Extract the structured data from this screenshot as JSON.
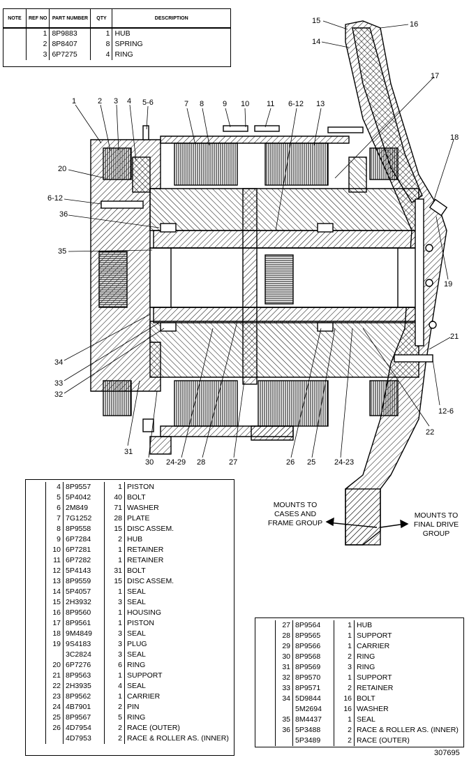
{
  "header_table": {
    "columns": {
      "note": "NOTE",
      "ref": "REF NO",
      "part": "PART NUMBER",
      "qty": "QTY",
      "desc": "DESCRIPTION"
    },
    "rows": [
      {
        "ref": "1",
        "part": "8P9883",
        "qty": "1",
        "desc": "HUB"
      },
      {
        "ref": "2",
        "part": "8P8407",
        "qty": "8",
        "desc": "SPRING"
      },
      {
        "ref": "3",
        "part": "6P7275",
        "qty": "4",
        "desc": "RING"
      }
    ]
  },
  "left_table": {
    "rows": [
      {
        "ref": "4",
        "part": "8P9557",
        "qty": "1",
        "desc": "PISTON"
      },
      {
        "ref": "5",
        "part": "5P4042",
        "qty": "40",
        "desc": "BOLT"
      },
      {
        "ref": "6",
        "part": "2M849",
        "qty": "71",
        "desc": "WASHER"
      },
      {
        "ref": "7",
        "part": "7G1252",
        "qty": "28",
        "desc": "PLATE"
      },
      {
        "ref": "8",
        "part": "8P9558",
        "qty": "15",
        "desc": "DISC ASSEM."
      },
      {
        "ref": "9",
        "part": "6P7284",
        "qty": "2",
        "desc": "HUB"
      },
      {
        "ref": "10",
        "part": "6P7281",
        "qty": "1",
        "desc": "RETAINER"
      },
      {
        "ref": "11",
        "part": "6P7282",
        "qty": "1",
        "desc": "RETAINER"
      },
      {
        "ref": "12",
        "part": "5P4143",
        "qty": "31",
        "desc": "BOLT"
      },
      {
        "ref": "13",
        "part": "8P9559",
        "qty": "15",
        "desc": "DISC ASSEM."
      },
      {
        "ref": "14",
        "part": "5P4057",
        "qty": "1",
        "desc": "SEAL"
      },
      {
        "ref": "15",
        "part": "2H3932",
        "qty": "3",
        "desc": "SEAL"
      },
      {
        "ref": "16",
        "part": "8P9560",
        "qty": "1",
        "desc": "HOUSING"
      },
      {
        "ref": "17",
        "part": "8P9561",
        "qty": "1",
        "desc": "PISTON"
      },
      {
        "ref": "18",
        "part": "9M4849",
        "qty": "3",
        "desc": "SEAL"
      },
      {
        "ref": "19",
        "part": "9S4183",
        "qty": "3",
        "desc": "PLUG"
      },
      {
        "ref": "",
        "part": "3C2824",
        "qty": "3",
        "desc": "SEAL"
      },
      {
        "ref": "20",
        "part": "6P7276",
        "qty": "6",
        "desc": "RING"
      },
      {
        "ref": "21",
        "part": "8P9563",
        "qty": "1",
        "desc": "SUPPORT"
      },
      {
        "ref": "22",
        "part": "2H3935",
        "qty": "4",
        "desc": "SEAL"
      },
      {
        "ref": "23",
        "part": "8P9562",
        "qty": "1",
        "desc": "CARRIER"
      },
      {
        "ref": "24",
        "part": "4B7901",
        "qty": "2",
        "desc": "PIN"
      },
      {
        "ref": "25",
        "part": "8P9567",
        "qty": "5",
        "desc": "RING"
      },
      {
        "ref": "26",
        "part": "4D7954",
        "qty": "2",
        "desc": "RACE (OUTER)"
      },
      {
        "ref": "",
        "part": "4D7953",
        "qty": "2",
        "desc": "RACE & ROLLER AS. (INNER)"
      }
    ]
  },
  "right_table": {
    "rows": [
      {
        "ref": "27",
        "part": "8P9564",
        "qty": "1",
        "desc": "HUB"
      },
      {
        "ref": "28",
        "part": "8P9565",
        "qty": "1",
        "desc": "SUPPORT"
      },
      {
        "ref": "29",
        "part": "8P9566",
        "qty": "1",
        "desc": "CARRIER"
      },
      {
        "ref": "30",
        "part": "8P9568",
        "qty": "2",
        "desc": "RING"
      },
      {
        "ref": "31",
        "part": "8P9569",
        "qty": "3",
        "desc": "RING"
      },
      {
        "ref": "32",
        "part": "8P9570",
        "qty": "1",
        "desc": "SUPPORT"
      },
      {
        "ref": "33",
        "part": "8P9571",
        "qty": "2",
        "desc": "RETAINER"
      },
      {
        "ref": "34",
        "part": "5D9844",
        "qty": "16",
        "desc": "BOLT"
      },
      {
        "ref": "",
        "part": "5M2694",
        "qty": "16",
        "desc": "WASHER"
      },
      {
        "ref": "35",
        "part": "8M4437",
        "qty": "1",
        "desc": "SEAL"
      },
      {
        "ref": "36",
        "part": "5P3488",
        "qty": "2",
        "desc": "RACE & ROLLER AS. (INNER)"
      },
      {
        "ref": "",
        "part": "5P3489",
        "qty": "2",
        "desc": "RACE (OUTER)"
      }
    ]
  },
  "callouts": {
    "c1": "1",
    "c2": "2",
    "c3": "3",
    "c4": "4",
    "c5_6": "5-6",
    "c7": "7",
    "c8": "8",
    "c9": "9",
    "c10": "10",
    "c11": "11",
    "c6_12": "6-12",
    "c13": "13",
    "c14": "14",
    "c15": "15",
    "c16": "16",
    "c17": "17",
    "c18": "18",
    "c19": "19",
    "c20": "20",
    "c6_12b": "6-12",
    "c36": "36",
    "c35": "35",
    "c21": "21",
    "c12_6": "12-6",
    "c22": "22",
    "c34": "34",
    "c33": "33",
    "c32": "32",
    "c31": "31",
    "c30": "30",
    "c24_29": "24-29",
    "c28": "28",
    "c27": "27",
    "c26": "26",
    "c25": "25",
    "c24_23": "24-23"
  },
  "mounts": {
    "left": "MOUNTS TO\nCASES AND\nFRAME GROUP",
    "right": "MOUNTS TO\nFINAL DRIVE\nGROUP"
  },
  "figure_number": "307695"
}
